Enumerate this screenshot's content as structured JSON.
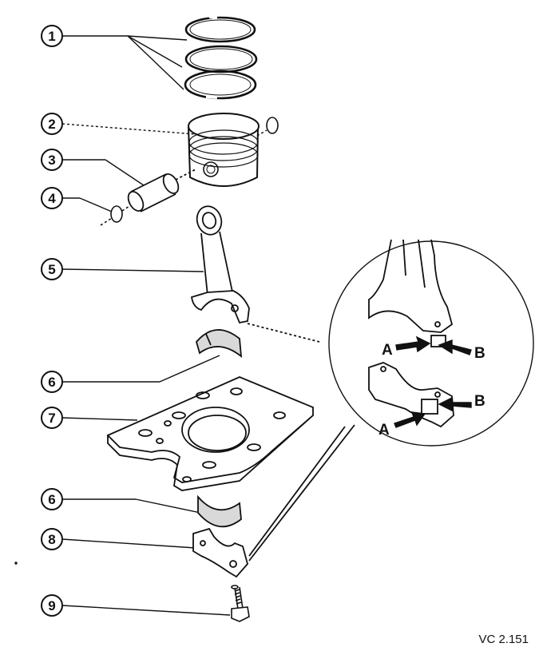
{
  "callouts": [
    {
      "number": "1",
      "part": "piston rings"
    },
    {
      "number": "2",
      "part": "piston"
    },
    {
      "number": "3",
      "part": "piston pin"
    },
    {
      "number": "4",
      "part": "circlip"
    },
    {
      "number": "5",
      "part": "connecting rod"
    },
    {
      "number": "6",
      "part": "upper bearing shell"
    },
    {
      "number": "7",
      "part": "engine block bed plate"
    },
    {
      "number": "6",
      "part": "lower bearing shell"
    },
    {
      "number": "8",
      "part": "bearing cap"
    },
    {
      "number": "9",
      "part": "cap bolt"
    }
  ],
  "detail": {
    "label_a_top": "A",
    "label_b_top": "B",
    "label_a_bottom": "A",
    "label_b_bottom": "B"
  },
  "figure_code": "VC 2.151",
  "colors": {
    "ink": "#111111",
    "paper": "#ffffff",
    "shade": "#bdbdbd"
  }
}
